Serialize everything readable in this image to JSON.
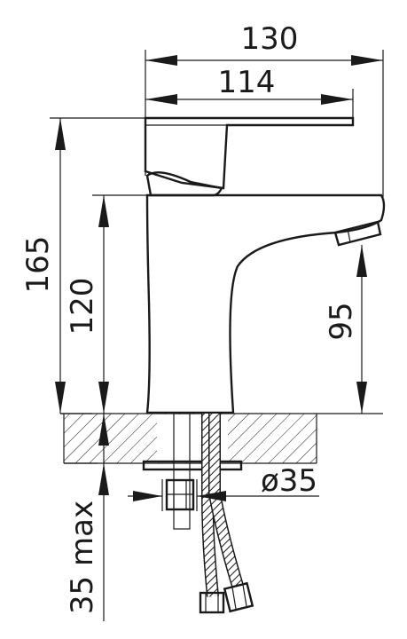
{
  "dimensions": {
    "overall_width": "130",
    "handle_width": "114",
    "overall_height": "165",
    "body_height": "120",
    "spout_height": "95",
    "hole_diameter": "ø35",
    "max_thickness": "35 max"
  },
  "colors": {
    "ink": "#1a1a1a",
    "background": "#ffffff"
  }
}
